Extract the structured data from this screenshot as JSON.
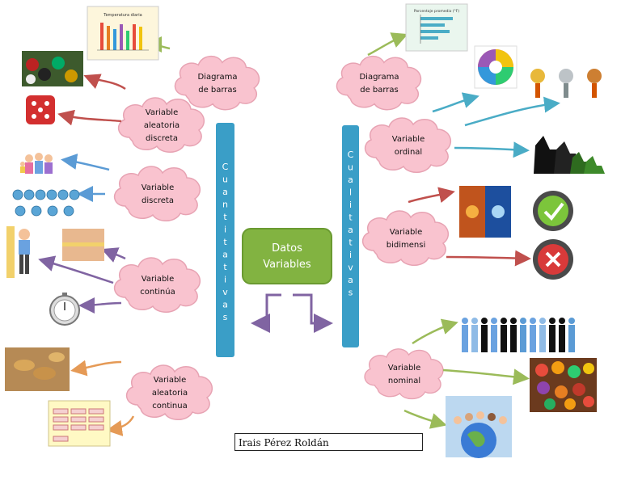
{
  "center": {
    "line1": "Datos",
    "line2": "Variables"
  },
  "left_bar": [
    "C",
    "u",
    "a",
    "n",
    "t",
    "i",
    "t",
    "a",
    "t",
    "i",
    "v",
    "a",
    "s"
  ],
  "right_bar": [
    "C",
    "u",
    "a",
    "l",
    "i",
    "t",
    "a",
    "t",
    "i",
    "v",
    "a",
    "s"
  ],
  "left_clouds": [
    {
      "lines": [
        "Diagrama",
        "de barras"
      ]
    },
    {
      "lines": [
        "Variable",
        "aleatoria",
        "discreta"
      ]
    },
    {
      "lines": [
        "Variable",
        "discreta"
      ]
    },
    {
      "lines": [
        "Variable",
        "continúa"
      ]
    },
    {
      "lines": [
        "Variable",
        "aleatoria",
        "continua"
      ]
    }
  ],
  "right_clouds": [
    {
      "lines": [
        "Diagrama",
        "de barras"
      ]
    },
    {
      "lines": [
        "Variable",
        "ordinal"
      ]
    },
    {
      "lines": [
        "Variable",
        "bidimensi"
      ]
    },
    {
      "lines": [
        "Variable",
        "nominal"
      ]
    }
  ],
  "left_chart_title": "Temperatura diaria",
  "right_chart_title": "Porcentaje promedio (°F)",
  "author": "Irais Pérez Roldán",
  "colors": {
    "cloud": "#f9c3cf",
    "cloud_stroke": "#e7a3b3",
    "bar_blue": "#3a9ec7",
    "center_green": "#82b341",
    "arrow_red": "#c0504d",
    "arrow_blue": "#5b9bd5",
    "arrow_purple": "#8064a2",
    "arrow_orange": "#e59a56",
    "arrow_green": "#9bbb59",
    "arrow_teal": "#4aacc6"
  },
  "icons": [
    "bar-chart-image",
    "casino-chips-image",
    "dice-image",
    "family-image",
    "number-balls-image",
    "child-height-image",
    "waist-tape-image",
    "stopwatch-image",
    "coins-image",
    "table-image",
    "horizontal-bar-chart-image",
    "color-wheel-image",
    "trophies-image",
    "dogs-image",
    "fire-ice-image",
    "check-icon",
    "cross-icon",
    "people-image",
    "fruits-image",
    "globe-kids-image"
  ]
}
